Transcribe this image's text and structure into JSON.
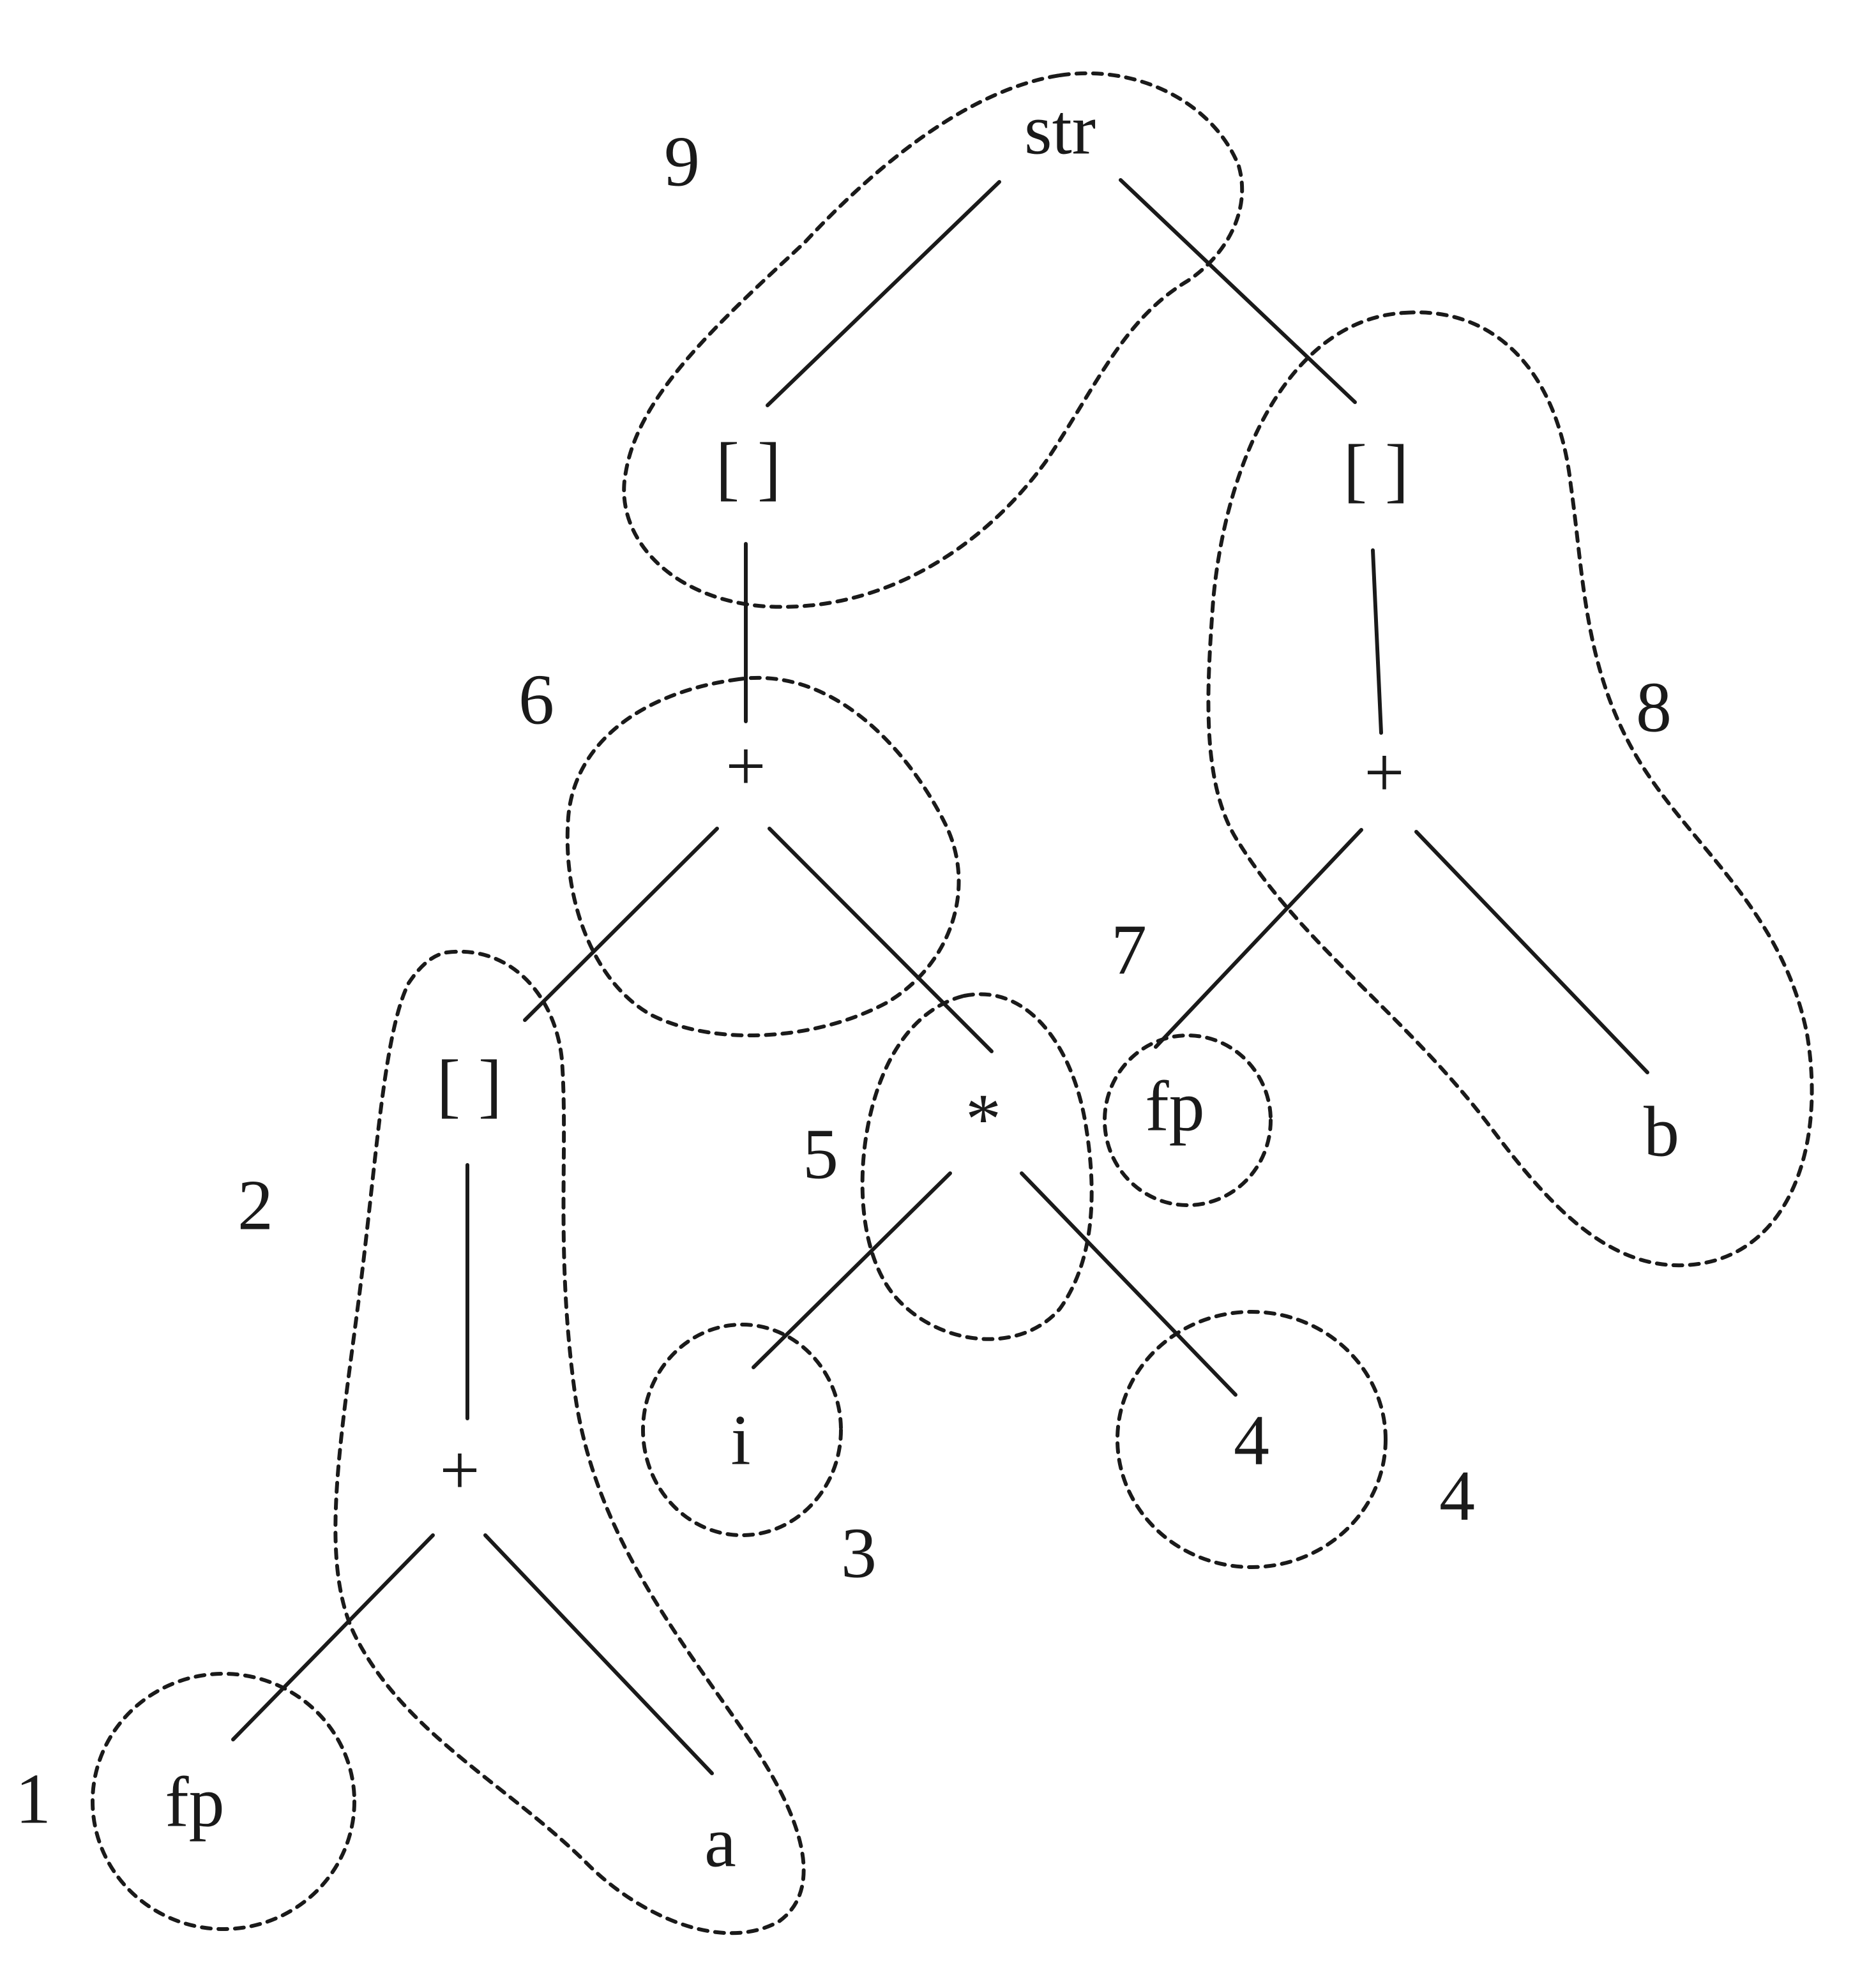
{
  "diagram": {
    "nodes": {
      "str": "str",
      "brk_left": "[ ]",
      "brk_right": "[ ]",
      "plus_mid": "+",
      "plus_right": "+",
      "brk_low": "[ ]",
      "mul": "*",
      "fp_right": "fp",
      "b": "b",
      "plus_low": "+",
      "i": "i",
      "four": "4",
      "fp_low": "fp",
      "a": "a"
    },
    "tiles": {
      "t1": "1",
      "t2": "2",
      "t3": "3",
      "t4": "4",
      "t5": "5",
      "t6": "6",
      "t7": "7",
      "t8": "8",
      "t9": "9"
    },
    "colors": {
      "ink": "#1a1a1a",
      "background": "#ffffff"
    }
  }
}
